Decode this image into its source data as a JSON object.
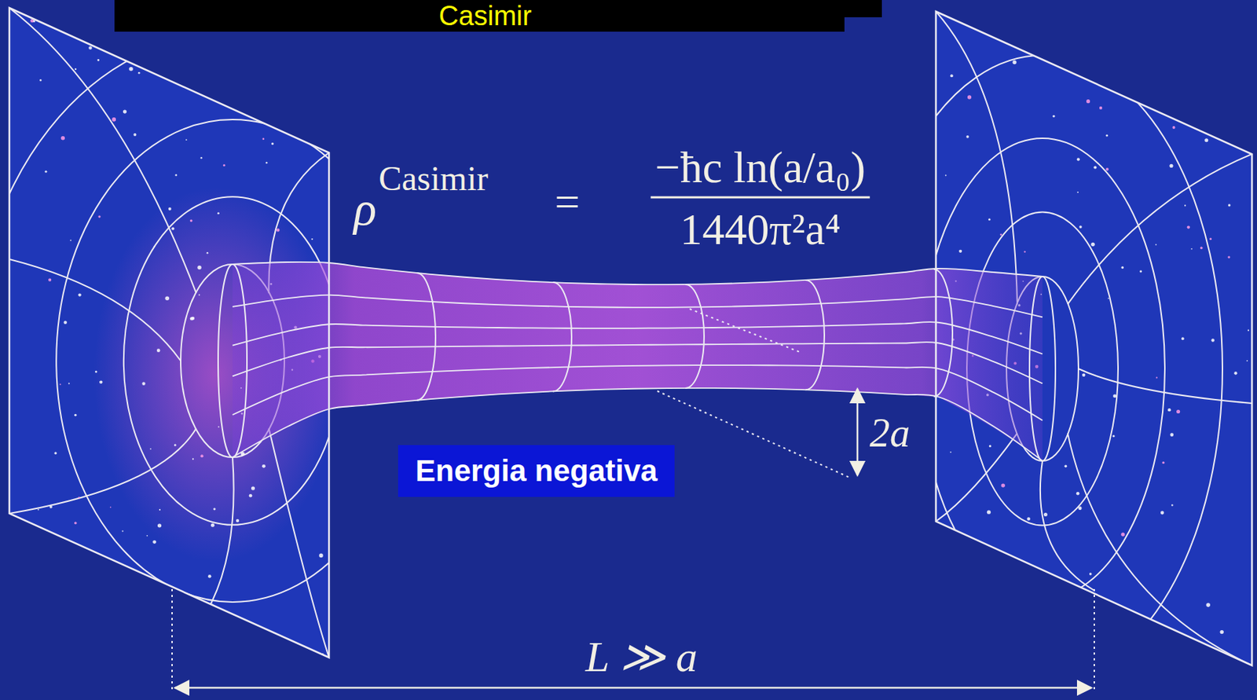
{
  "diagram": {
    "title": "Casimir",
    "nodes": [
      {
        "text": [
          "Energia negativa"
        ]
      }
    ],
    "labels": [
      "ρ",
      "Casimir",
      "=",
      "−ħc ln(a/a₀)",
      "1440π²a⁴",
      "2a",
      "L ≫ a"
    ]
  }
}
